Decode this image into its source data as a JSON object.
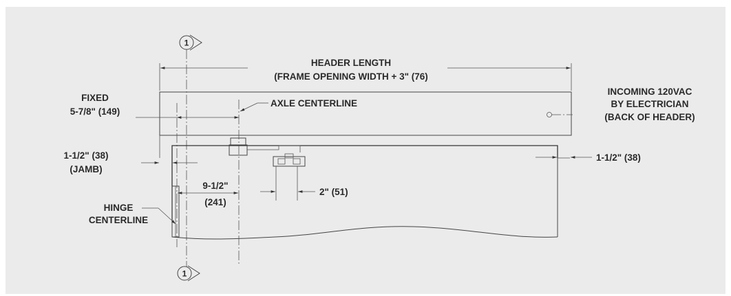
{
  "colors": {
    "panel": "#ebebeb",
    "line": "#444444",
    "text": "#2a2a2a"
  },
  "labels": {
    "header_length_line1": "HEADER LENGTH",
    "header_length_line2": "(FRAME OPENING WIDTH + 3\" (76)",
    "fixed_line1": "FIXED",
    "fixed_line2": "5-7/8\" (149)",
    "axle_centerline": "AXLE CENTERLINE",
    "incoming_line1": "INCOMING 120VAC",
    "incoming_line2": "BY ELECTRICIAN",
    "incoming_line3": "(BACK OF HEADER)",
    "jamb_dim_line1": "1-1/2\" (38)",
    "jamb_dim_line2": "(JAMB)",
    "right_dim": "1-1/2\" (38)",
    "nine_half_line1": "9-1/2\"",
    "nine_half_line2": "(241)",
    "two_inch": "2\" (51)",
    "hinge_line1": "HINGE",
    "hinge_line2": "CENTERLINE",
    "section_marker_top": "1",
    "section_marker_bottom": "1"
  }
}
